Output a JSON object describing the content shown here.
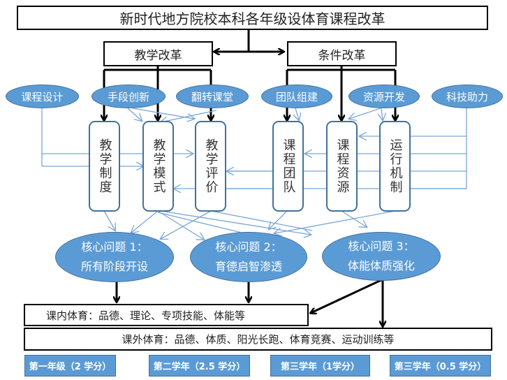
{
  "title": "新时代地方院校本科各年级设体育课程改革",
  "branches": {
    "teaching_reform": "教学改革",
    "condition_reform": "条件改革"
  },
  "factors": [
    {
      "id": "course-design",
      "label": "课程设计"
    },
    {
      "id": "means-innovation",
      "label": "手段创新"
    },
    {
      "id": "flipped-classroom",
      "label": "翻转课堂"
    },
    {
      "id": "team-building",
      "label": "团队组建"
    },
    {
      "id": "resource-development",
      "label": "资源开发"
    },
    {
      "id": "technology-assist",
      "label": "科技助力"
    }
  ],
  "pillars": [
    {
      "id": "teaching-system",
      "label": "教学制度"
    },
    {
      "id": "teaching-mode",
      "label": "教学模式"
    },
    {
      "id": "teaching-evaluation",
      "label": "教学评价"
    },
    {
      "id": "course-team",
      "label": "课程团队"
    },
    {
      "id": "course-resources",
      "label": "课程资源"
    },
    {
      "id": "operating-mechanism",
      "label": "运行机制"
    }
  ],
  "core_issues": [
    {
      "line1": "核心问题 1：",
      "line2": "所有阶段开设"
    },
    {
      "line1": "核心问题 2：",
      "line2": "育德启智渗透"
    },
    {
      "line1": "核心问题 3：",
      "line2": "体能体质强化"
    }
  ],
  "in_class_pe": "课内体育：品德、理论、专项技能、体能等",
  "extracurricular_pe": "课外体育：品德、体质、阳光长跑、体育竞赛、运动训练等",
  "years": [
    {
      "label": "第一年级（2 学分）",
      "credits": 2
    },
    {
      "label": "第二学年（2.5 学分）",
      "credits": 2.5
    },
    {
      "label": "第三学年（1学分）",
      "credits": 1
    },
    {
      "label": "第三学年（0.5 学分）",
      "credits": 0.5
    }
  ],
  "colors": {
    "oval_fill": "#5b9bd5",
    "oval_border": "#41719c",
    "thin_arrow": "#7aa6d6",
    "thick_arrow": "#000000"
  }
}
